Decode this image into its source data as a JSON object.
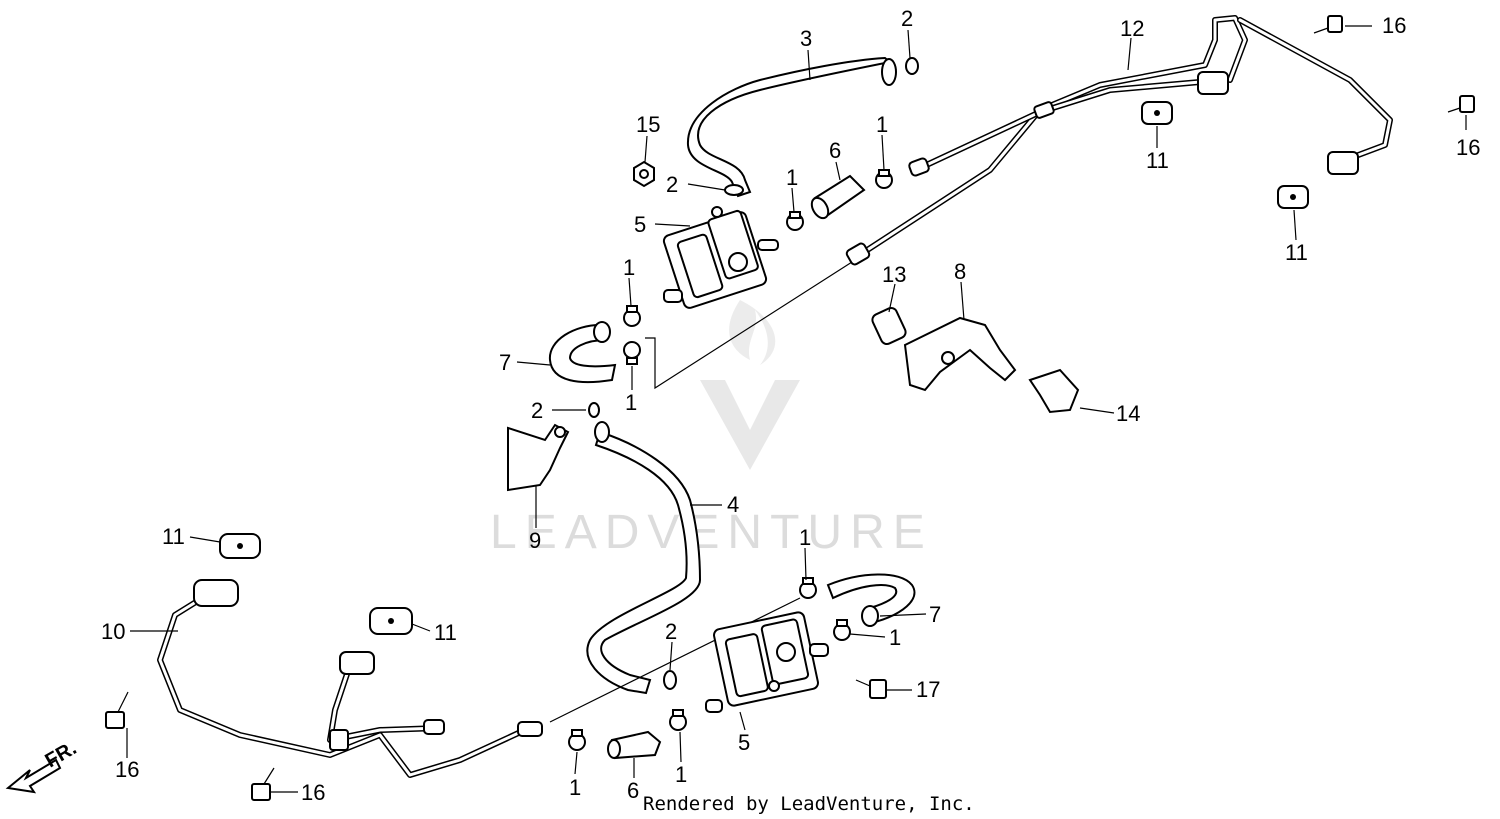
{
  "watermark": "LEADVENTURE",
  "footer": "Rendered by LeadVenture, Inc.",
  "direction_label": "FR.",
  "callouts": [
    {
      "id": "c01",
      "text": "3"
    },
    {
      "id": "c02",
      "text": "2"
    },
    {
      "id": "c03",
      "text": "12"
    },
    {
      "id": "c04",
      "text": "16"
    },
    {
      "id": "c05",
      "text": "16"
    },
    {
      "id": "c06",
      "text": "15"
    },
    {
      "id": "c07",
      "text": "1"
    },
    {
      "id": "c08",
      "text": "6"
    },
    {
      "id": "c09",
      "text": "2"
    },
    {
      "id": "c10",
      "text": "1"
    },
    {
      "id": "c11",
      "text": "11"
    },
    {
      "id": "c12",
      "text": "5"
    },
    {
      "id": "c13",
      "text": "11"
    },
    {
      "id": "c14",
      "text": "1"
    },
    {
      "id": "c15",
      "text": "13"
    },
    {
      "id": "c16",
      "text": "8"
    },
    {
      "id": "c17",
      "text": "7"
    },
    {
      "id": "c18",
      "text": "1"
    },
    {
      "id": "c19",
      "text": "2"
    },
    {
      "id": "c20",
      "text": "14"
    },
    {
      "id": "c21",
      "text": "4"
    },
    {
      "id": "c22",
      "text": "9"
    },
    {
      "id": "c23",
      "text": "11"
    },
    {
      "id": "c24",
      "text": "1"
    },
    {
      "id": "c25",
      "text": "10"
    },
    {
      "id": "c26",
      "text": "11"
    },
    {
      "id": "c27",
      "text": "7"
    },
    {
      "id": "c28",
      "text": "2"
    },
    {
      "id": "c29",
      "text": "1"
    },
    {
      "id": "c30",
      "text": "17"
    },
    {
      "id": "c31",
      "text": "5"
    },
    {
      "id": "c32",
      "text": "16"
    },
    {
      "id": "c33",
      "text": "16"
    },
    {
      "id": "c34",
      "text": "1"
    },
    {
      "id": "c35",
      "text": "6"
    },
    {
      "id": "c36",
      "text": "1"
    }
  ]
}
